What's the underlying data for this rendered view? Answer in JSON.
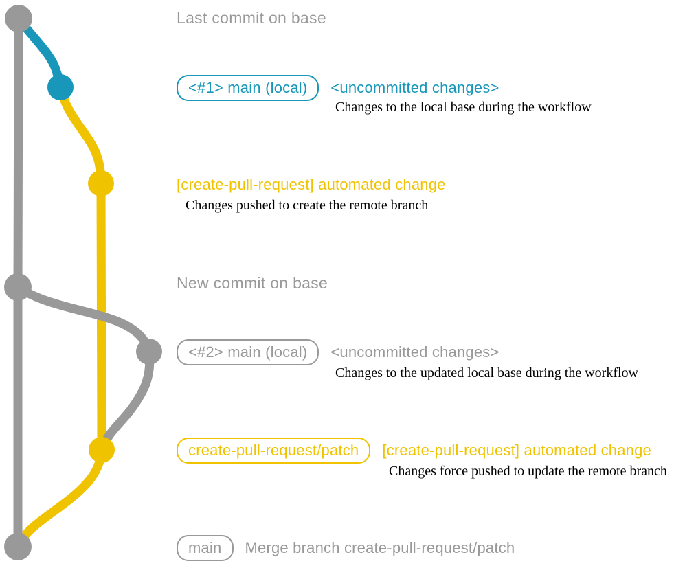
{
  "colors": {
    "base-gray": "#999999",
    "branch-blue": "#1897ba",
    "branch-yellow": "#f0c300",
    "caption-black": "#000000",
    "background": "#ffffff"
  },
  "graph": {
    "nodes": [
      {
        "name": "last-commit-on-base",
        "color": "gray"
      },
      {
        "name": "local-main-1-commit",
        "color": "blue"
      },
      {
        "name": "automated-change-1-commit",
        "color": "yellow"
      },
      {
        "name": "new-commit-on-base",
        "color": "gray"
      },
      {
        "name": "local-main-2-commit",
        "color": "gray"
      },
      {
        "name": "automated-change-2-commit",
        "color": "yellow"
      },
      {
        "name": "merge-commit",
        "color": "gray"
      }
    ]
  },
  "annotations": {
    "last_commit": {
      "label": "Last commit on base"
    },
    "local_main_1": {
      "pill": "<#1> main (local)",
      "title": "<uncommitted changes>",
      "caption": "Changes to the local base during the workflow"
    },
    "automated_change_1": {
      "title": "[create-pull-request] automated change",
      "caption": "Changes pushed to create the remote branch"
    },
    "new_commit": {
      "label": "New commit on base"
    },
    "local_main_2": {
      "pill": "<#2> main (local)",
      "title": "<uncommitted changes>",
      "caption": "Changes to the updated local base during the workflow"
    },
    "automated_change_2": {
      "pill": "create-pull-request/patch",
      "title": "[create-pull-request] automated change",
      "caption": "Changes force pushed to update the remote branch"
    },
    "merge": {
      "pill": "main",
      "title": "Merge branch create-pull-request/patch"
    }
  }
}
